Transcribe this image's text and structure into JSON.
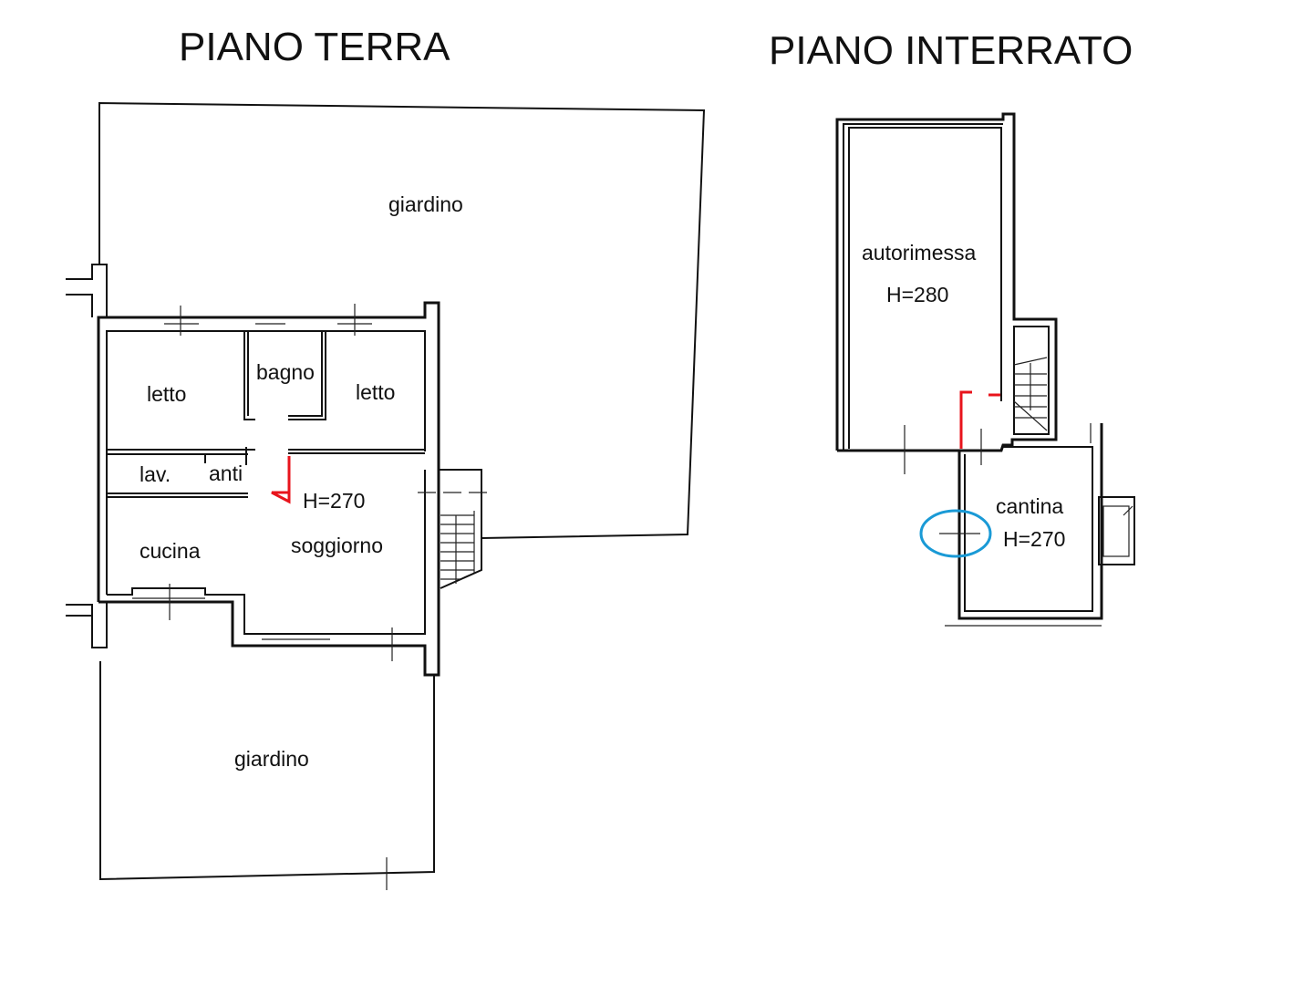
{
  "titles": {
    "ground_floor": "PIANO TERRA",
    "basement": "PIANO INTERRATO"
  },
  "ground_floor": {
    "garden_top": "giardino",
    "garden_bottom": "giardino",
    "bedroom_left": "letto",
    "bathroom": "bagno",
    "bedroom_right": "letto",
    "laundry": "lav.",
    "antechamber": "anti",
    "kitchen": "cucina",
    "living_room": "soggiorno",
    "height": "H=270"
  },
  "basement": {
    "garage": "autorimessa",
    "garage_height": "H=280",
    "cellar": "cantina",
    "cellar_height": "H=270"
  },
  "colors": {
    "walls": "#111111",
    "red_marks": "#e8141c",
    "highlight": "#1a9ad6"
  }
}
